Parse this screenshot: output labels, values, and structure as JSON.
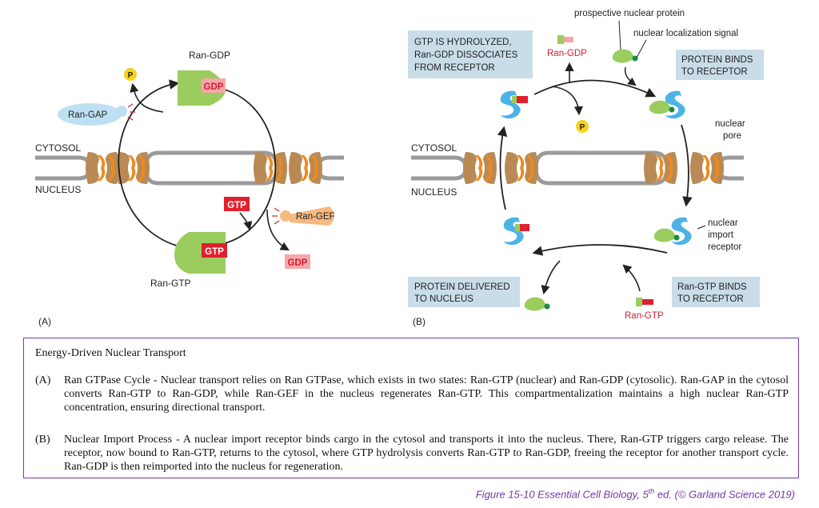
{
  "panelA": {
    "tag": "(A)",
    "ran_gdp_label": "Ran-GDP",
    "ran_gtp_label": "Ran-GTP",
    "gdp_badge": "GDP",
    "gtp_badge": "GTP",
    "free_gtp": "GTP",
    "free_gdp": "GDP",
    "ran_gap": "Ran-GAP",
    "ran_gef": "Ran-GEF",
    "phosphate": "P",
    "cytosol": "CYTOSOL",
    "nucleus": "NUCLEUS"
  },
  "panelB": {
    "tag": "(B)",
    "prospective_protein": "prospective nuclear protein",
    "nls": "nuclear localization signal",
    "ran_gdp": "Ran-GDP",
    "ran_gtp": "Ran-GTP",
    "phosphate": "P",
    "cytosol": "CYTOSOL",
    "nucleus": "NUCLEUS",
    "pore_line1": "nuclear",
    "pore_line2": "pore",
    "receptor_line1": "nuclear",
    "receptor_line2": "import",
    "receptor_line3": "receptor",
    "step_hydrolyzed": [
      "GTP IS HYDROLYZED,",
      "Ran-GDP DISSOCIATES",
      "FROM RECEPTOR"
    ],
    "step_binds": [
      "PROTEIN BINDS",
      "TO RECEPTOR"
    ],
    "step_delivered": [
      "PROTEIN DELIVERED",
      "TO NUCLEUS"
    ],
    "step_rangtp": [
      "Ran-GTP BINDS",
      "TO RECEPTOR"
    ]
  },
  "caption": {
    "title": "Energy-Driven Nuclear Transport",
    "a_marker": "(A)",
    "a_text": "Ran GTPase Cycle - Nuclear transport relies on Ran GTPase, which exists in two states: Ran-GTP (nuclear) and Ran-GDP (cytosolic). Ran-GAP in the cytosol converts Ran-GTP to Ran-GDP, while Ran-GEF in the nucleus regenerates Ran-GTP. This compartmentalization maintains a high nuclear Ran-GTP concentration, ensuring directional transport.",
    "b_marker": "(B)",
    "b_text": "Nuclear Import Process - A nuclear import receptor binds cargo in the cytosol and transports it into the nucleus. There, Ran-GTP triggers cargo release. The receptor, now bound to Ran-GTP, returns to the cytosol, where GTP hydrolysis converts Ran-GTP to Ran-GDP, freeing the receptor for another transport cycle. Ran-GDP is then reimported into the nucleus for regeneration."
  },
  "credit": {
    "prefix": "Figure 15-10   Essential Cell Biology, 5",
    "sup": "th",
    "suffix": " ed. (© Garland Science 2019)"
  },
  "colors": {
    "ran_green": "#9acd5e",
    "receptor_blue": "#4db3e6",
    "pore_brown": "#b98a55",
    "pore_orange": "#ee8a1f",
    "membrane_gray": "#9a9a9a",
    "gtp_red": "#e0202e",
    "gdp_pink": "#f5a7ab",
    "box_blue": "#c9dde8",
    "gef_orange": "#f6b981",
    "gap_blue": "#bfe0f3",
    "phosphate_yellow": "#f7d21a",
    "accent_purple": "#6f3aa6"
  }
}
